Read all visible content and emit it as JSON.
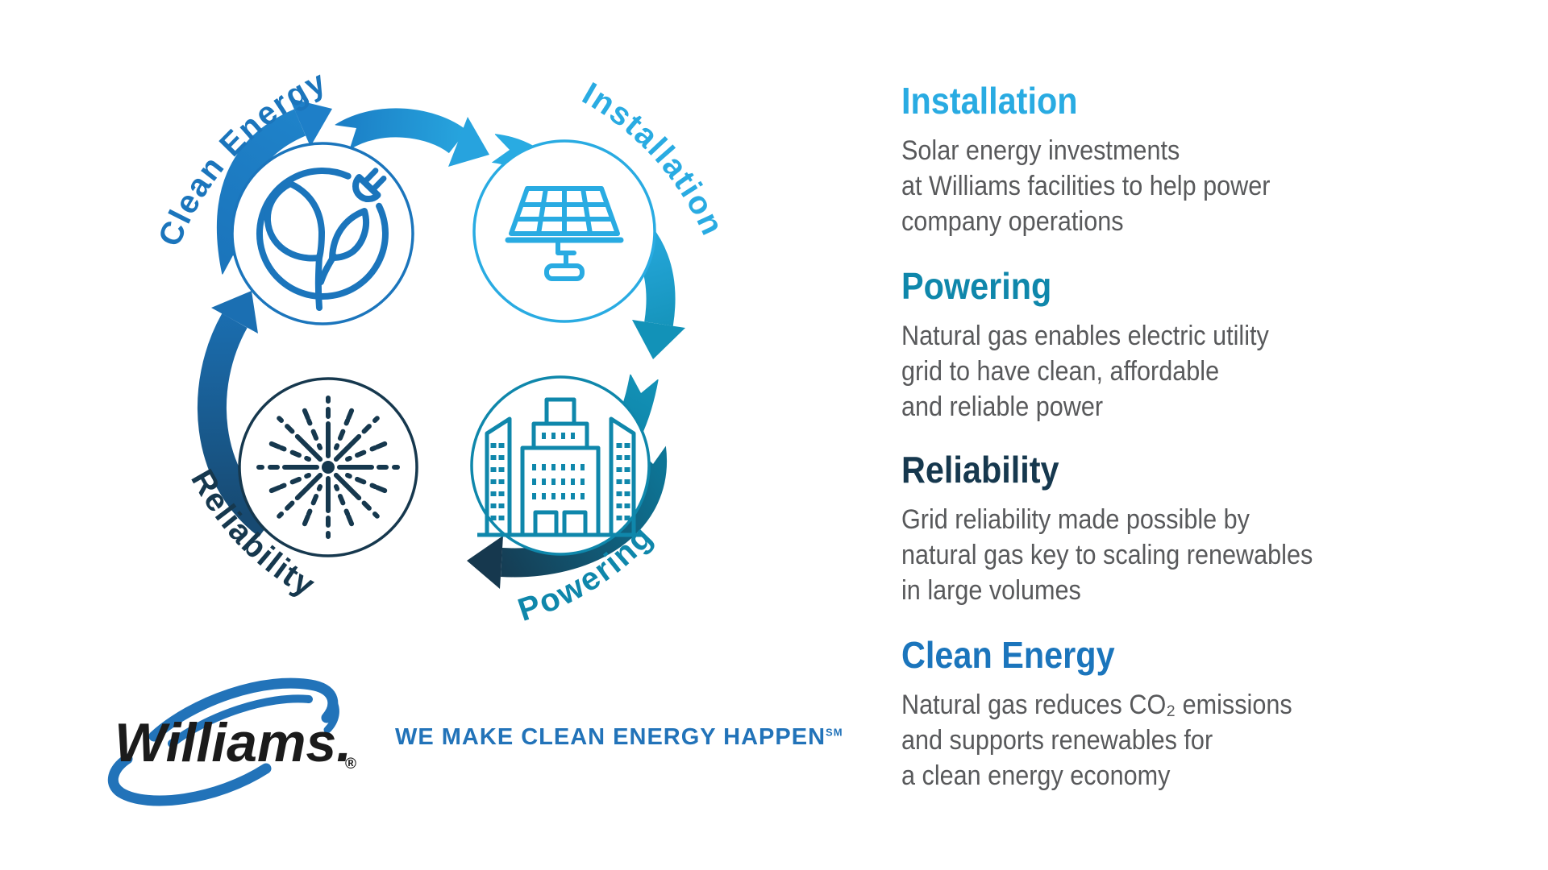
{
  "diagram": {
    "labels": {
      "clean_energy": "Clean Energy",
      "installation": "Installation",
      "powering": "Powering",
      "reliability": "Reliability"
    },
    "colors": {
      "clean_energy": "#1B75BC",
      "installation": "#29ABE2",
      "powering": "#0F87AB",
      "reliability": "#16384E",
      "body_text": "#58595B",
      "logo_blue": "#2273B9"
    },
    "icons": {
      "clean_energy": "leaf-with-plug",
      "installation": "solar-panel",
      "powering": "utility-building",
      "reliability": "starburst"
    }
  },
  "sections": [
    {
      "title": "Installation",
      "color": "#29ABE2",
      "lines": [
        "Solar energy investments",
        "at Williams facilities to help power",
        "company operations"
      ]
    },
    {
      "title": "Powering",
      "color": "#0F87AB",
      "lines": [
        "Natural gas enables electric utility",
        "grid to have clean, affordable",
        "and reliable power"
      ]
    },
    {
      "title": "Reliability",
      "color": "#16384E",
      "lines": [
        "Grid reliability made possible by",
        "natural gas key to scaling renewables",
        "in large volumes"
      ]
    },
    {
      "title": "Clean Energy",
      "color": "#1B75BC",
      "lines": [
        "Natural gas reduces CO₂ emissions",
        "and supports renewables for",
        "a clean energy economy"
      ]
    }
  ],
  "logo": {
    "name": "Williams.",
    "registered": "®",
    "tagline": "WE MAKE CLEAN ENERGY HAPPEN",
    "service_mark": "SM"
  }
}
